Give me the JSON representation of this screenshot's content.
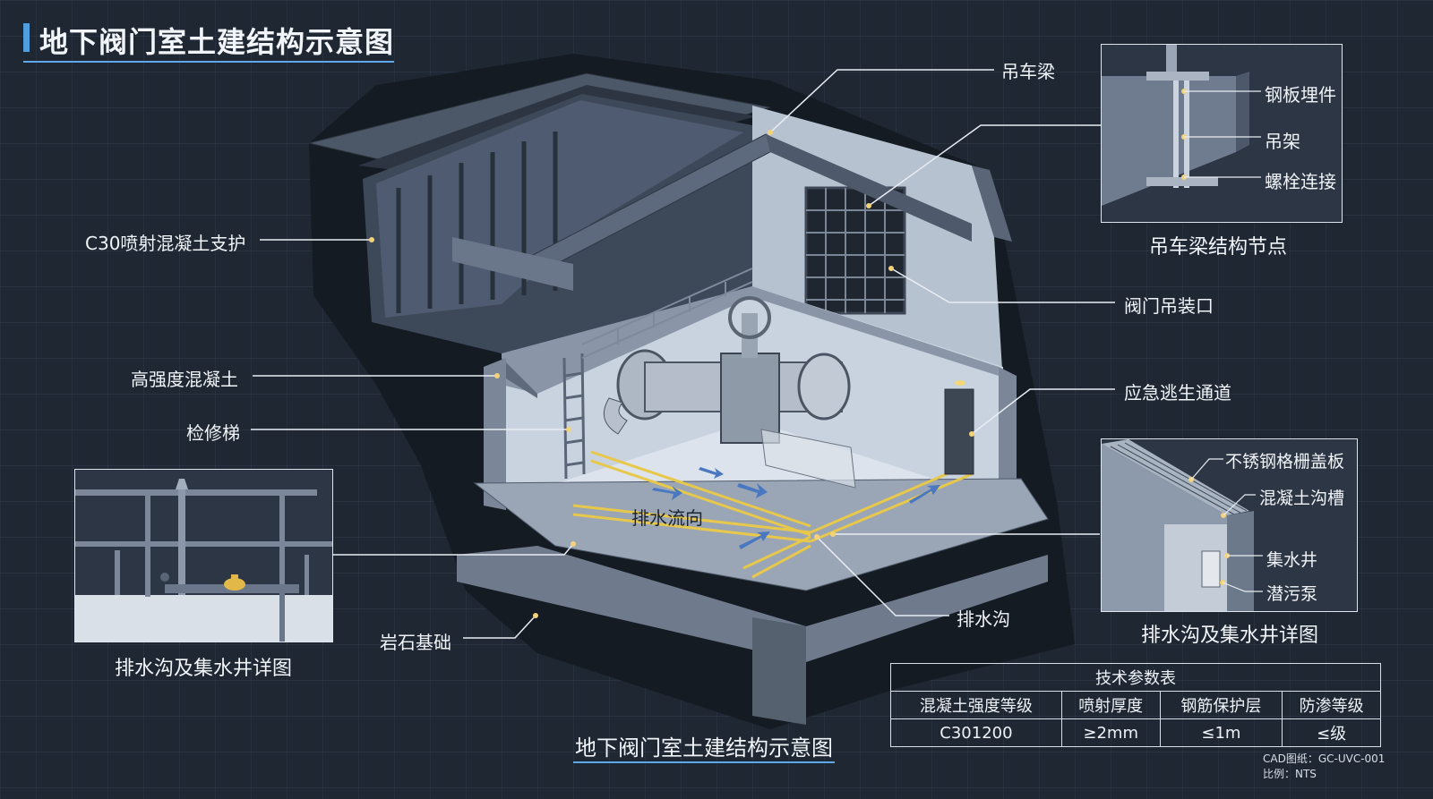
{
  "page_title": "地下阀门室土建结构示意图",
  "bottom_title": "地下阀门室土建结构示意图",
  "labels": {
    "crane_beam": "吊车梁",
    "shotcrete": "C30喷射混凝土支护",
    "hs_concrete": "高强度混凝土",
    "ladder": "检修梯",
    "rock": "岩石基础",
    "hoist_opening": "阀门吊装口",
    "escape": "应急逃生通道",
    "drain_ditch": "排水沟",
    "flow": "排水流向"
  },
  "crane_detail": {
    "caption": "吊车梁结构节点",
    "embed": "钢板埋件",
    "hanger": "吊架",
    "bolt": "螺栓连接"
  },
  "drain_detail_right": {
    "caption": "排水沟及集水井详图",
    "grating": "不锈钢格栅盖板",
    "trough": "混凝土沟槽",
    "sump": "集水井",
    "pump": "潜污泵"
  },
  "drain_detail_left": {
    "caption": "排水沟及集水井详图"
  },
  "tech_table": {
    "title": "技术参数表",
    "headers": [
      "混凝土强度等级",
      "喷射厚度",
      "钢筋保护层",
      "防渗等级"
    ],
    "row": [
      "C301200",
      "≥2mm",
      "≤1m",
      "≤级"
    ]
  },
  "cad": {
    "drawing": "CAD图纸：GC-UVC-001",
    "scale": "比例：NTS"
  },
  "colors": {
    "background": "#1f2733",
    "accent": "#5fa8e8",
    "drain_stripe": "#e8c84a",
    "concrete": "#8d9bb0"
  }
}
